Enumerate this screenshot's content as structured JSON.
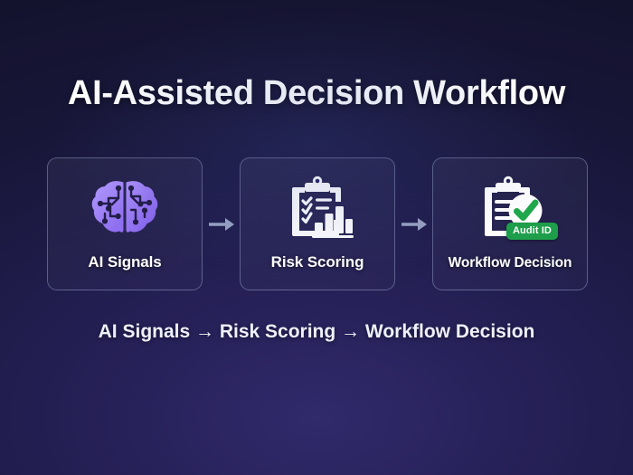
{
  "slide": {
    "title": "AI-Assisted Decision Workflow",
    "caption": "AI Signals → Risk Scoring → Workflow Decision",
    "background_colors": {
      "outer": "#14132e",
      "center_glow": "#312a6b",
      "mid": "#1e1b48"
    },
    "accent_colors": {
      "brain_purple": "#a78bfa",
      "brain_purple_dark": "#8b6df0",
      "icon_white": "#ffffff",
      "check_green": "#1fa84a",
      "badge_green": "#1e9e4a",
      "arrow_gray": "#9aa3c4",
      "card_border": "#aab6dc"
    },
    "steps": [
      {
        "label": "AI Signals",
        "icon": "brain-circuit-icon",
        "badge": null
      },
      {
        "label": "Risk Scoring",
        "icon": "clipboard-checklist-barchart-icon",
        "badge": null
      },
      {
        "label": "Workflow Decision",
        "icon": "clipboard-check-circle-icon",
        "badge": "Audit ID"
      }
    ],
    "connectors": [
      {
        "icon": "arrow-right-icon"
      },
      {
        "icon": "arrow-right-icon"
      }
    ]
  }
}
